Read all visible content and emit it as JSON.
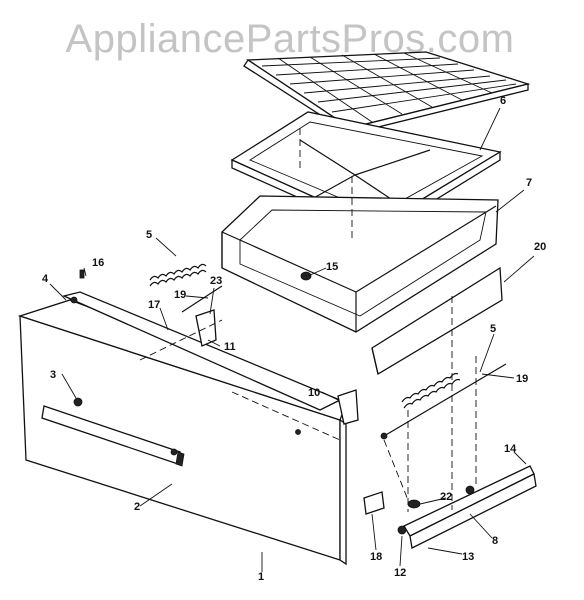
{
  "watermark": "AppliancePartsPros.com",
  "callouts": [
    {
      "id": "c1",
      "text": "1"
    },
    {
      "id": "c2",
      "text": "2"
    },
    {
      "id": "c3",
      "text": "3"
    },
    {
      "id": "c4",
      "text": "4"
    },
    {
      "id": "c5a",
      "text": "5"
    },
    {
      "id": "c5b",
      "text": "5"
    },
    {
      "id": "c6",
      "text": "6"
    },
    {
      "id": "c7",
      "text": "7"
    },
    {
      "id": "c8",
      "text": "8"
    },
    {
      "id": "c10",
      "text": "10"
    },
    {
      "id": "c11",
      "text": "11"
    },
    {
      "id": "c12",
      "text": "12"
    },
    {
      "id": "c13",
      "text": "13"
    },
    {
      "id": "c14",
      "text": "14"
    },
    {
      "id": "c15",
      "text": "15"
    },
    {
      "id": "c16",
      "text": "16"
    },
    {
      "id": "c17",
      "text": "17"
    },
    {
      "id": "c18",
      "text": "18"
    },
    {
      "id": "c19a",
      "text": "19"
    },
    {
      "id": "c19b",
      "text": "19"
    },
    {
      "id": "c20",
      "text": "20"
    },
    {
      "id": "c22",
      "text": "22"
    },
    {
      "id": "c23",
      "text": "23"
    }
  ]
}
